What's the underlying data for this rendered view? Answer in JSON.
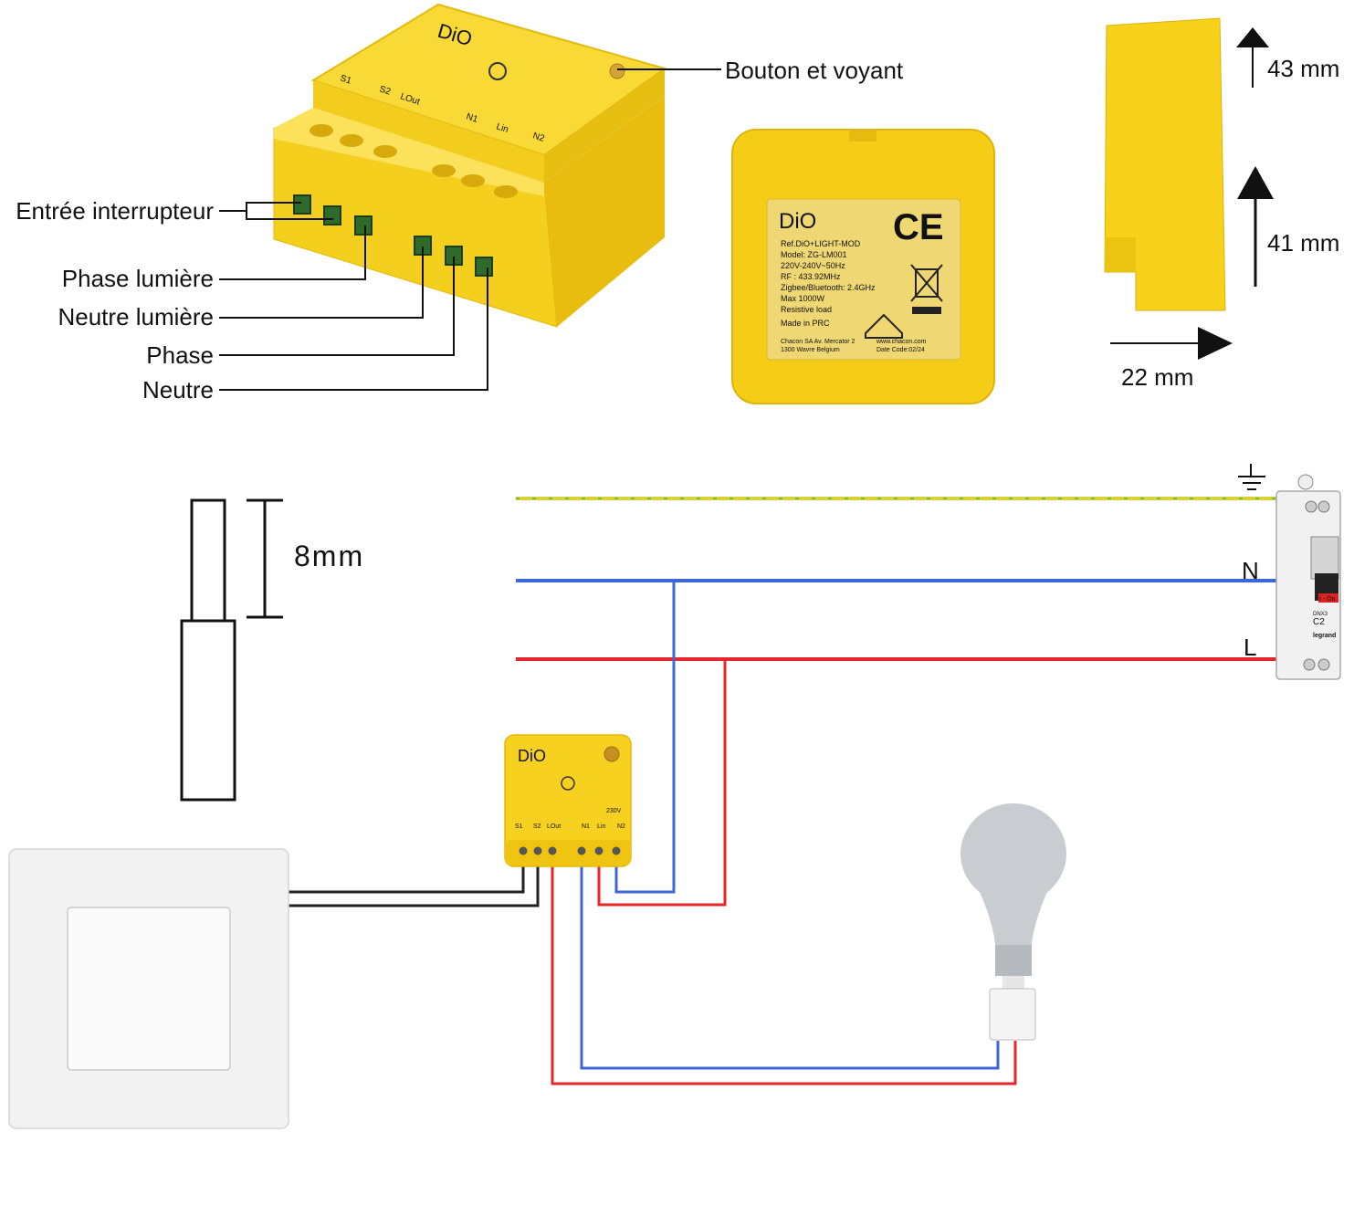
{
  "module": {
    "brand": "DiO",
    "terminals": [
      "S1",
      "S2",
      "LOut",
      "N1",
      "Lin",
      "N2"
    ],
    "voltage_badge": "230V"
  },
  "callouts": {
    "button_led": "Bouton et voyant",
    "switch_input": "Entrée interrupteur",
    "light_phase": "Phase lumière",
    "light_neutral": "Neutre lumière",
    "phase": "Phase",
    "neutral": "Neutre"
  },
  "back_label": {
    "brand": "DiO",
    "ce_mark": "CE",
    "lines": [
      "Ref.DiO+LIGHT-MOD",
      "Model: ZG-LM001",
      "220V-240V~50Hz",
      "RF : 433.92MHz",
      "Zigbee/Bluetooth: 2.4GHz",
      "Max 1000W",
      "Resistive load",
      "Made in PRC"
    ],
    "footer_left": [
      "Chacon SA Av. Mercator 2",
      "1300 Wavre Belgium"
    ],
    "footer_right": [
      "www.chacon.com",
      "Date Code:02/24"
    ]
  },
  "dimensions": {
    "height_top": "43 mm",
    "height_lower": "41 mm",
    "depth": "22 mm",
    "strip_length": "8mm"
  },
  "lines_labels": {
    "neutral": "N",
    "live": "L"
  },
  "breaker": {
    "rating": "C2",
    "brand": "legrand",
    "model": "DNX3",
    "off_marker": "I - On"
  },
  "colors": {
    "module_yellow": "#f5d11c",
    "module_shadow": "#e0b80d",
    "wire_neutral": "#3f66d6",
    "wire_live": "#e5262b",
    "wire_earth_yellow": "#d8d23a",
    "wire_earth_green": "#6cc04a",
    "wire_switch": "#222222"
  }
}
